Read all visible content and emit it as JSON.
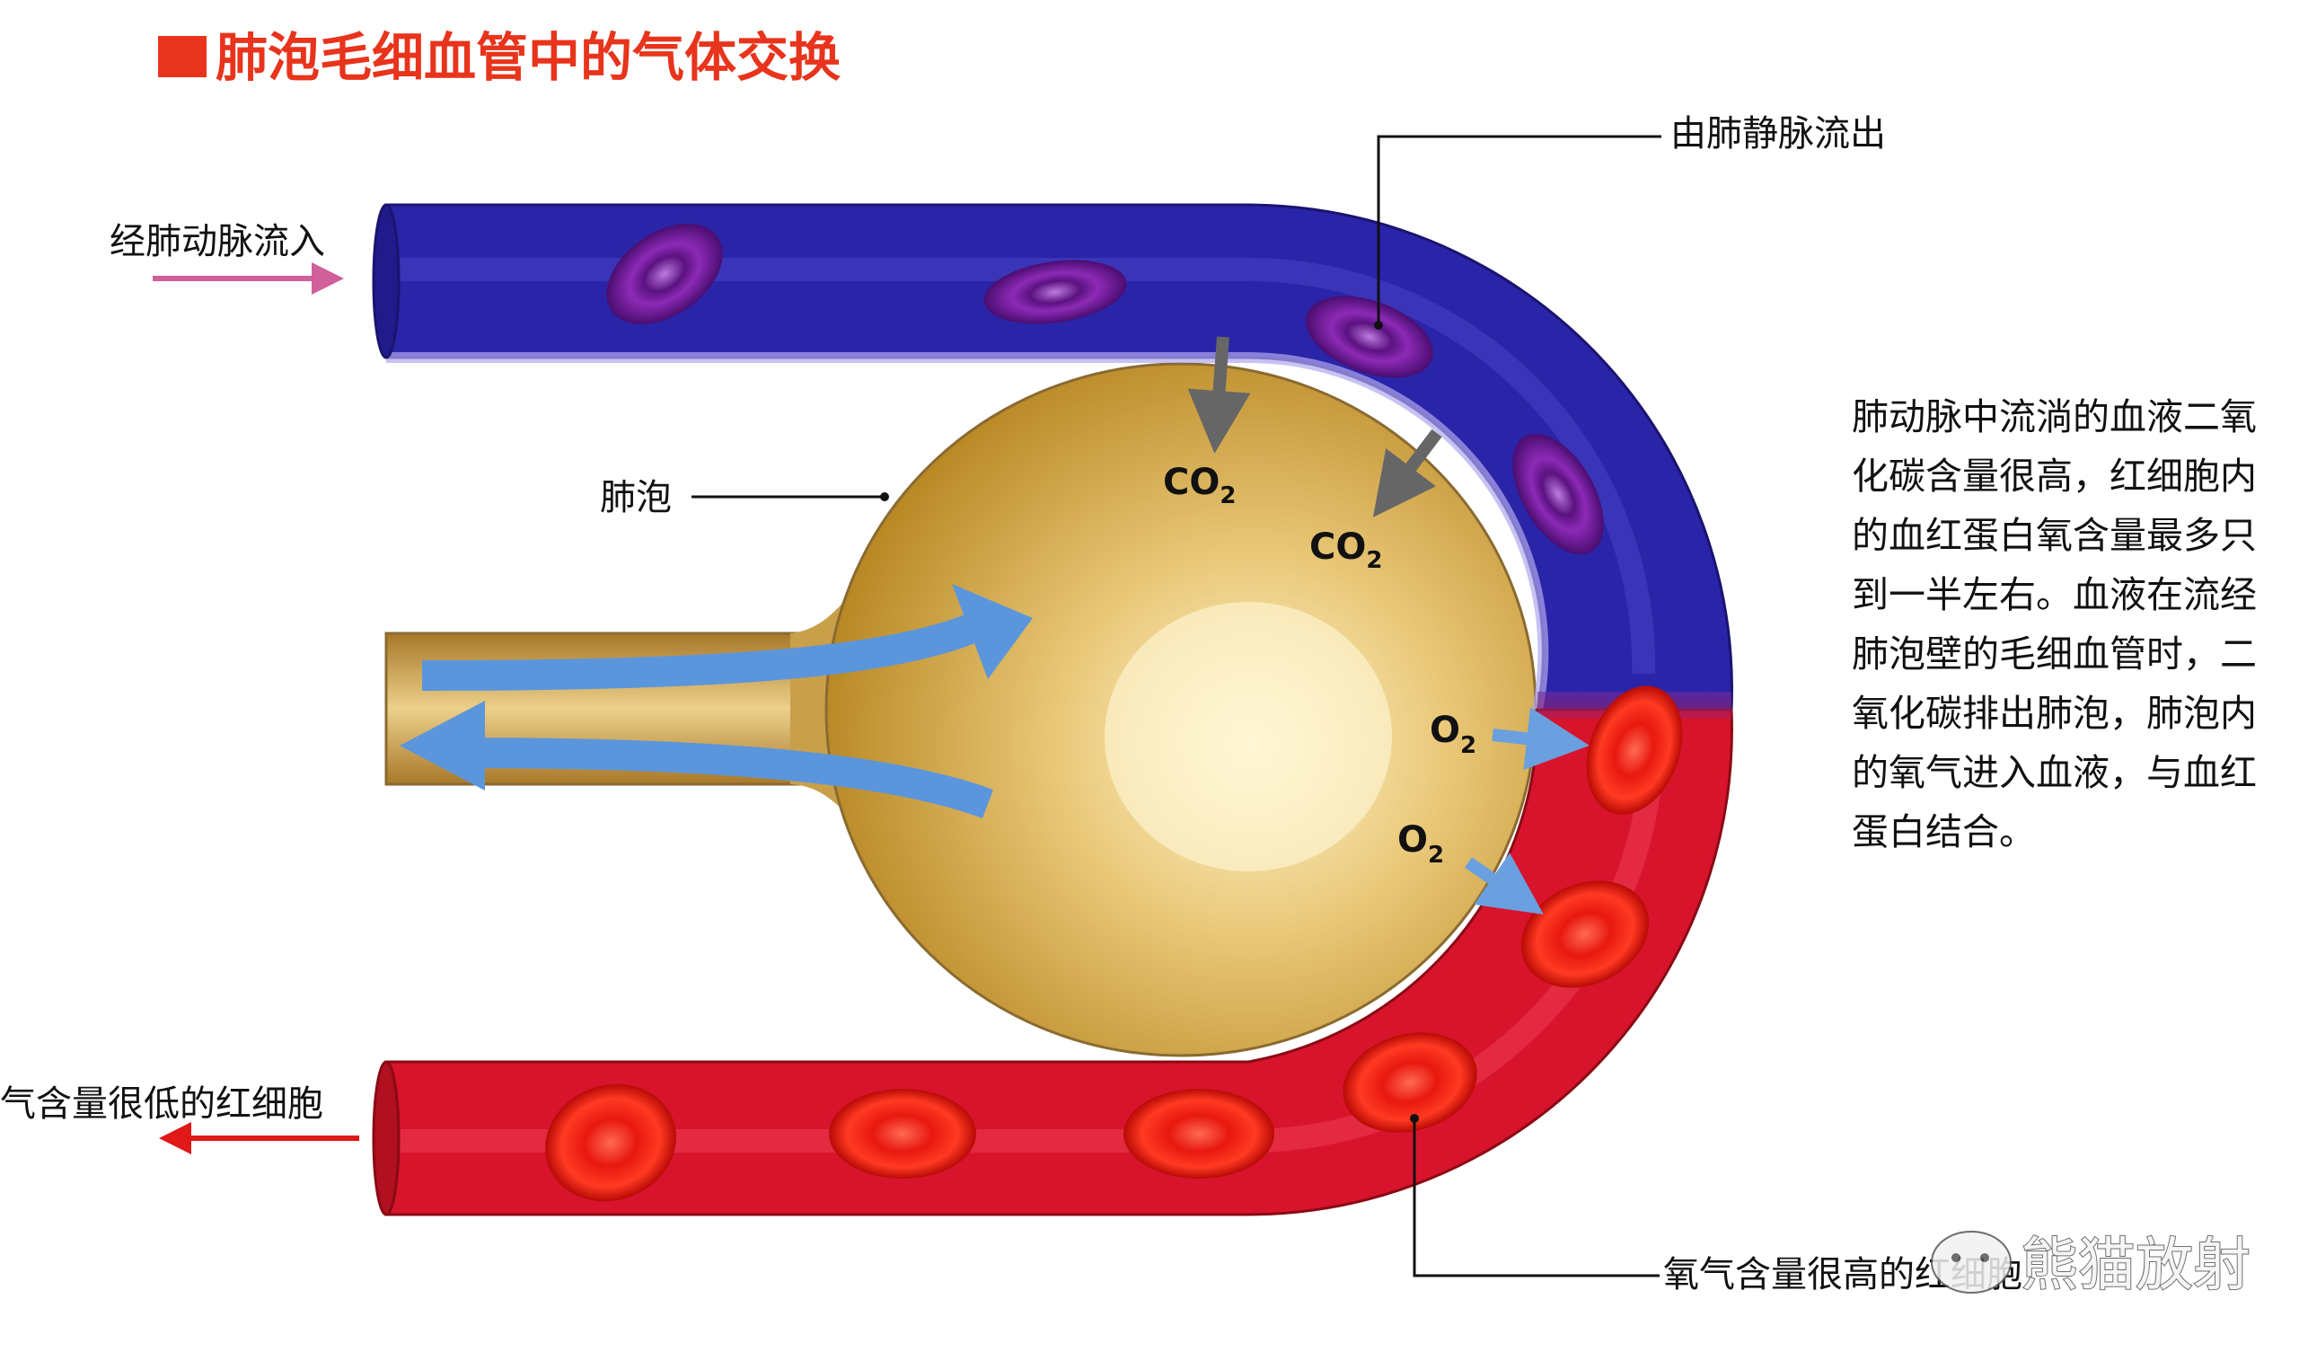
{
  "title": "肺泡毛细血管中的气体交换",
  "labels": {
    "inflow": "经肺动脉流入",
    "outflow_vein": "由肺静脉流出",
    "alveolus": "肺泡",
    "low_oxygen_rbc": "气含量很低的红细胞",
    "high_oxygen_rbc": "氧气含量很高的红细胞"
  },
  "gases": {
    "co2_base": "CO",
    "co2_sub": "2",
    "o2_base": "O",
    "o2_sub": "2"
  },
  "description_lines": [
    "肺动脉中流淌的血液二氧",
    "化碳含量很高，红细胞内",
    "的血红蛋白氧含量最多只",
    "到一半左右。血液在流经",
    "肺泡壁的毛细血管时，二",
    "氧化碳排出肺泡，肺泡内",
    "的氧气进入血液，与血红",
    "蛋白结合。"
  ],
  "watermark": "熊猫放射",
  "colors": {
    "title_red": "#e8341c",
    "vein_blue": "#2a24a8",
    "artery_red": "#d8142c",
    "alveolus_gold": "#d9ac4e",
    "rbc_purple": "#7a1e9e",
    "rbc_red": "#f01a10",
    "air_arrow_blue": "#5b96dc",
    "inflow_arrow": "#d0609a",
    "outflow_arrow": "#e01818"
  }
}
